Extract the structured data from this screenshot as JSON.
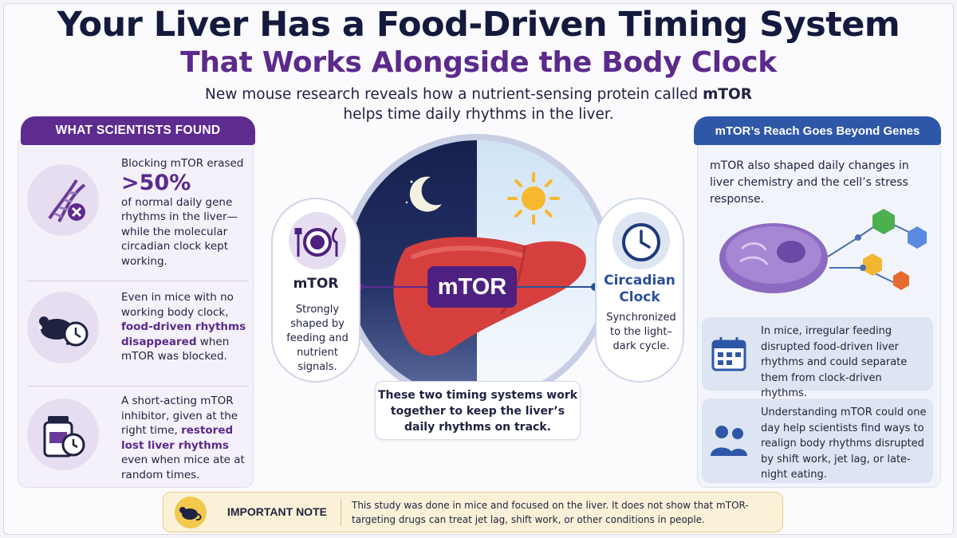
{
  "title": {
    "line1": "Your Liver Has a Food-Driven Timing System",
    "line2": "That Works Alongside the Body Clock",
    "subtitle_pre": "New mouse research reveals how a nutrient-sensing protein called ",
    "subtitle_bold": "mTOR",
    "subtitle_post": "helps time daily rhythms in the liver."
  },
  "left": {
    "header": "WHAT SCIENTISTS FOUND",
    "finding1": {
      "pre": "Blocking mTOR erased",
      "big": ">50%",
      "post": "of normal daily gene rhythms in the liver—while the molecular circadian clock kept working.",
      "icon": "dna-x-icon"
    },
    "finding2": {
      "pre": "Even in mice with no working body clock, ",
      "highlight": "food-driven rhythms disappeared",
      "post": " when mTOR was blocked.",
      "icon": "mouse-clock-icon"
    },
    "finding3": {
      "pre": "A short-acting mTOR inhibitor, given at the right time, ",
      "highlight": "restored lost liver rhythms",
      "post": " even when mice ate at random times.",
      "icon": "pill-bottle-clock-icon"
    }
  },
  "center": {
    "left_pill_title": "mTOR",
    "left_pill_text": "Strongly shaped by feeding and nutrient signals.",
    "right_pill_title": "Circadian Clock",
    "right_pill_text": "Synchronized to the light–dark cycle.",
    "liver_label": "mTOR",
    "together_text": "These two timing systems work together to keep the liver’s daily rhythms on track."
  },
  "right": {
    "header": "mTOR’s Reach Goes Beyond Genes",
    "intro": "mTOR also shaped daily changes in liver chemistry and the cell’s stress response.",
    "card1": {
      "text": "In mice, irregular feeding disrupted food-driven liver rhythms and could separate them from clock-driven rhythms.",
      "icon": "calendar-icon"
    },
    "card2": {
      "text": "Understanding mTOR could one day help scientists find ways to realign body rhythms disrupted by shift work, jet lag, or late-night eating.",
      "icon": "people-icon"
    }
  },
  "note": {
    "title": "IMPORTANT NOTE",
    "text": "This study was done in mice and focused on the liver. It does not show that mTOR-targeting drugs can treat jet lag, shift work, or other conditions in people."
  },
  "colors": {
    "purple": "#5e2b8f",
    "blue": "#2f57a8",
    "navy": "#131a3d",
    "liver": "#d5403f",
    "note_bg": "#fbf1d8"
  }
}
